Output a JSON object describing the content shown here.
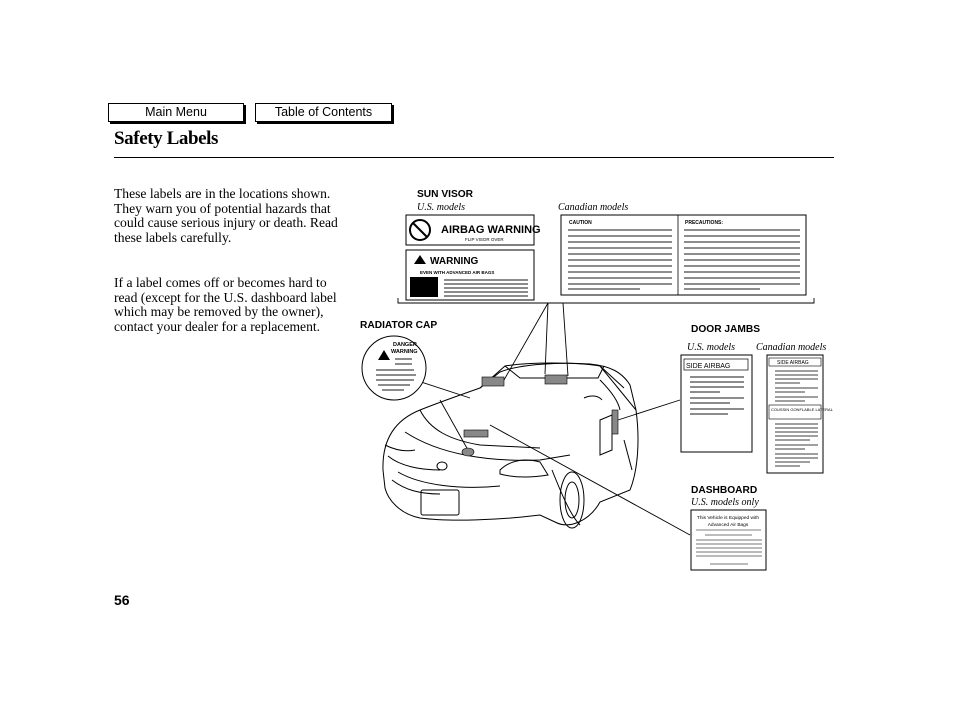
{
  "nav": {
    "main_menu": "Main Menu",
    "toc": "Table of Contents"
  },
  "page": {
    "title": "Safety Labels",
    "number": "56"
  },
  "body": {
    "p1": "These labels are in the locations shown. They warn you of potential hazards that could cause serious injury or death. Read these labels carefully.",
    "p2": "If a label comes off or becomes hard to read (except for the U.S. dashboard label which may be removed by the owner), contact your dealer for a replacement."
  },
  "figure": {
    "sun_visor": {
      "heading": "SUN VISOR",
      "us": "U.S. models",
      "canadian": "Canadian models",
      "airbag_warning": "AIRBAG WARNING",
      "flip_visor": "FLIP VISOR OVER",
      "warning": "WARNING",
      "even_with": "EVEN WITH ADVANCED AIR BAGS",
      "caution": "CAUTION",
      "precautions": "PRECAUTIONS:"
    },
    "radiator_cap": {
      "heading": "RADIATOR CAP",
      "danger": "DANGER",
      "warning": "WARNING"
    },
    "door_jambs": {
      "heading": "DOOR JAMBS",
      "us": "U.S. models",
      "canadian": "Canadian models",
      "side_airbag": "SIDE AIRBAG",
      "side_airbag_fr": "SIDE  AIRBAG",
      "coussin": "COUSSIN   GONFLABLE LATERAL"
    },
    "dashboard": {
      "heading": "DASHBOARD",
      "us_only": "U.S. models only",
      "label_line1": "This Vehicle is Equipped with",
      "label_line2": "Advanced Air Bags"
    }
  }
}
